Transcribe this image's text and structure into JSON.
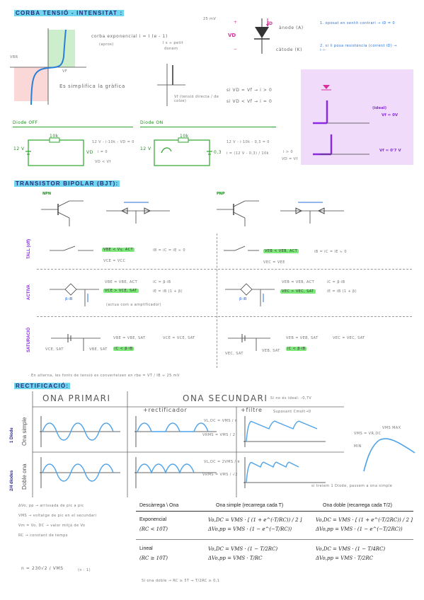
{
  "diode": {
    "title": "CORBA TENSIÓ - INTENSITAT :",
    "curve_note": "corba exponencial i = I (e - 1)",
    "curve_note2": "(aprox)",
    "vt_note": "25 mV",
    "is_note": "I s ≈ petit",
    "is_note2": "donem",
    "anode": "ànode (A)",
    "cathode": "càtode (K)",
    "note1": "1. oposat en sentit contrari → iD = 0",
    "note2": "2. si li posa resistència (corrent iD) → ⊢⊢",
    "vbr": "VBR",
    "vf": "VF",
    "simplify": "Es simplifica la gràfica",
    "vf_def": "Vf (tensió directa / de colze)",
    "cond1": "si  VD = Vf → i > 0",
    "cond2": "si  VD < Vf → i = 0",
    "ideal": "(ideal)",
    "vf_zero": "Vf = 0V",
    "vf_07": "Vf = 0'7 V"
  },
  "diode_off": {
    "title": "Diode OFF",
    "res": "10k",
    "source": "12 V",
    "vd": "VD",
    "eq1": "12 V - i·10k - VD = 0",
    "eq2": "i = 0",
    "eq3": "VD < Vf"
  },
  "diode_on": {
    "title": "Diode ON",
    "res": "10k",
    "source": "12 V",
    "vdrop": "0,3",
    "eq1": "12 V - i·10k - 0,3 = 0",
    "eq2": "i = (12 V - 0,3) / 10k",
    "eq3": "i > 0",
    "eq4": "VD = Vf"
  },
  "bjt": {
    "title": "TRANSISTOR BIPOLAR (BJT):",
    "npn": "NPN",
    "pnp": "PNP",
    "tall_label": "TALL (off)",
    "activa_label": "ACTIVA",
    "sat_label": "SATURACIÓ",
    "npn_tall_cond": "VBE < Vγ, ACT",
    "npn_tall_eq": "iB = iC = iE ≈ 0",
    "npn_tall_v": "VCE = VCC",
    "pnp_tall_cond": "VEB < VEB, ACT",
    "pnp_tall_eq": "iB = iC = iE ≈ 0",
    "pnp_tall_v": "VEC = VEE",
    "npn_act1": "VBE = VBE, ACT",
    "npn_act2": "VCE > VCE, SAT",
    "npn_act3": "iC = β·iB",
    "npn_act4": "iE = iB (1 + β)",
    "npn_act_note": "(actua com a amplificador)",
    "pnp_act1": "VEB = VEB, ACT",
    "pnp_act2": "VEC > VEC, SAT",
    "pnp_act3": "iC = β·iB",
    "pnp_act4": "iE = iB (1 + β)",
    "beta_ib": "β·iB",
    "npn_sat1": "VBE = VBE, SAT",
    "npn_sat2": "VCE = VCE, SAT",
    "npn_sat3": "iC < β·iB",
    "npn_sat_lbl": "VCE, SAT",
    "npn_sat_lbl2": "VBE, SAT",
    "pnp_sat1": "VEB = VEB, SAT",
    "pnp_sat2": "VEC = VEC, SAT",
    "pnp_sat3": "iC < β·iB",
    "pnp_sat_lbl": "VEC, SAT",
    "pnp_sat_lbl2": "VEB, SAT",
    "alterna": "· En alterna, les fonts de tensió es converteixen en  rbe = VT / IB  ≈ 25 mV"
  },
  "rect": {
    "title": "RECTIFICACIÓ:",
    "primari": "ONA PRIMARI",
    "secundari": "ONA SECUNDARI",
    "secundari_note": "Si no és ideal: -0,7V",
    "rectificador": "+rectificador",
    "filtre": "+filtre",
    "filtre_note": "Suposant Cmolt→0",
    "row1": "1 Diode",
    "row1b": "Ona simple",
    "row2": "2/4 diodes",
    "row2b": "Doble ona",
    "vldc": "VL,DC = VMS / π",
    "vrms": "VRMS = VMS / 2",
    "vldc2": "VL,DC = 2VMS / π",
    "vrms2": "VRMS = VMS / √2",
    "vms_note": "VMS = VR,DC",
    "max_lbl": "VMS MAX",
    "min_lbl": "MIN",
    "remove_note": "si treiem 1 Diode, passem a ona simple"
  },
  "legend": {
    "l1": "ΔVo, pp → arrissada de pic a pic",
    "l2": "VMS → voltatge de pic en el secundari",
    "l3": "Vm = Vo, DC → valor mitjà de Vo",
    "l4": "RC → constant de temps",
    "n_eq": "n = 230√2 / VMS",
    "n_note": "(n : 1)"
  },
  "table": {
    "h1": "Descàrrega \\ Ona",
    "h2": "Ona simple (recarrega cada T)",
    "h3": "Ona doble (recarrega cada T/2)",
    "r1_label": "Exponencial",
    "r1_cond": "(RC < 10T)",
    "r1_c1a": "Vo,DC = VMS · [ (1 + e^(-T/RC)) / 2 ]",
    "r1_c1b": "ΔVo,pp = VMS · (1 − e^(−T/RC))",
    "r1_c2a": "Vo,DC = VMS · [ (1 + e^(-T/2RC)) / 2 ]",
    "r1_c2b": "ΔVo,pp = VMS · (1 − e^(−T/2RC))",
    "r2_label": "Lineal",
    "r2_cond": "(RC ≥ 10T)",
    "r2_c1a": "Vo,DC = VMS · (1 − T/2RC)",
    "r2_c1b": "ΔVo,pp = VMS · T/RC",
    "r2_c2a": "Vo,DC = VMS · (1 − T/4RC)",
    "r2_c2b": "ΔVo,pp = VMS · T/2RC",
    "footnote": "Si ona doble → RC ≥ 5T   ⇒   T/2RC ≥ 0,1"
  }
}
